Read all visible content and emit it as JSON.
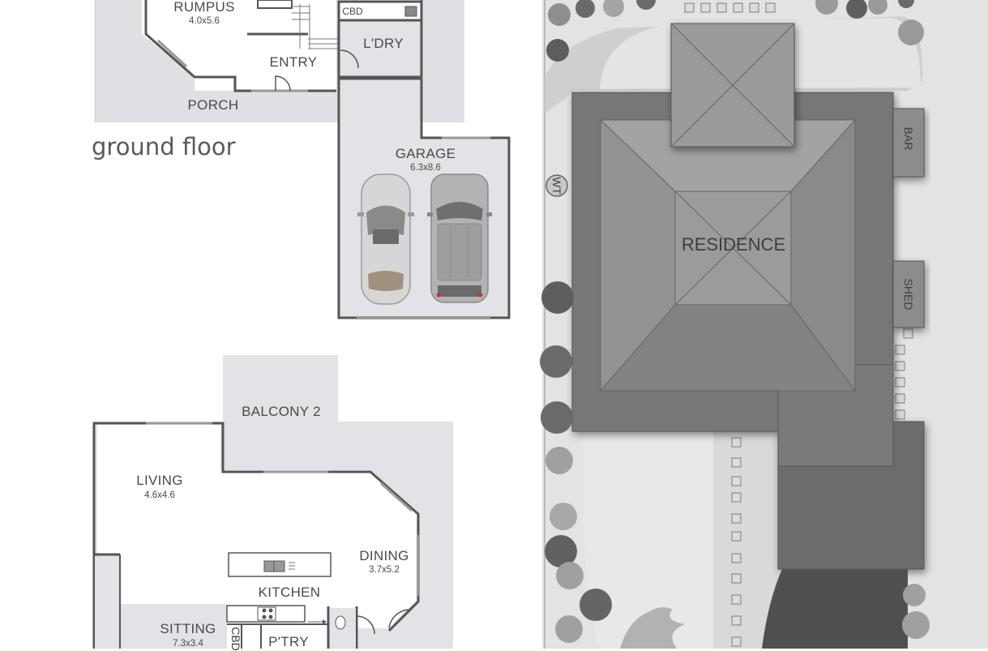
{
  "ground_floor": {
    "title": "ground floor",
    "rooms": [
      {
        "id": "rumpus",
        "name": "RUMPUS",
        "size": "4.0x5.6"
      },
      {
        "id": "entry",
        "name": "ENTRY",
        "size": ""
      },
      {
        "id": "porch",
        "name": "PORCH",
        "size": ""
      },
      {
        "id": "laundry",
        "name": "L'DRY",
        "size": ""
      },
      {
        "id": "cupboard",
        "name": "CBD",
        "size": ""
      },
      {
        "id": "garage",
        "name": "GARAGE",
        "size": "6.3x8.6"
      }
    ]
  },
  "upper_floor": {
    "rooms": [
      {
        "id": "balcony2",
        "name": "BALCONY 2",
        "size": ""
      },
      {
        "id": "living",
        "name": "LIVING",
        "size": "4.6x4.6"
      },
      {
        "id": "dining",
        "name": "DINING",
        "size": "3.7x5.2"
      },
      {
        "id": "kitchen",
        "name": "KITCHEN",
        "size": ""
      },
      {
        "id": "sitting",
        "name": "SITTING",
        "size": "7.3x3.4"
      },
      {
        "id": "pantry",
        "name": "P'TRY",
        "size": ""
      },
      {
        "id": "cupboard2",
        "name": "CBD",
        "size": ""
      }
    ]
  },
  "site_plan": {
    "residence_label": "RESIDENCE",
    "bar_label": "BAR",
    "shed_label": "SHED",
    "water_tank_label": "WT"
  },
  "colors": {
    "wall": "#5a5a5a",
    "floor": "#e2e3e6",
    "roof_dark": "#6e6e6e",
    "roof_light": "#9b9b9b",
    "lawn": "#d4d4d4"
  }
}
